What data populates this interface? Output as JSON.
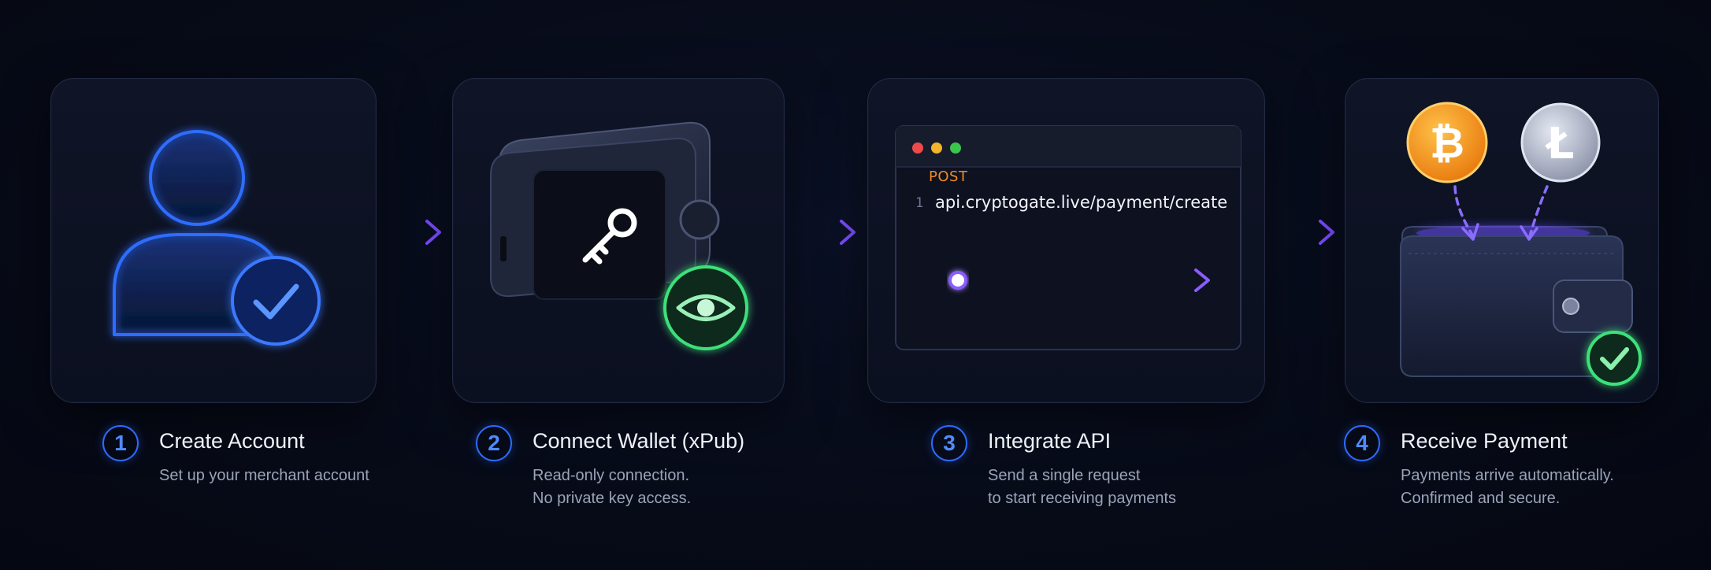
{
  "steps": [
    {
      "number": "1",
      "title": "Create Account",
      "desc": [
        "Set up your merchant account"
      ]
    },
    {
      "number": "2",
      "title": "Connect Wallet (xPub)",
      "desc": [
        "Read-only connection.",
        "No private key access."
      ]
    },
    {
      "number": "3",
      "title": "Integrate API",
      "desc": [
        "Send a single request",
        "to start receiving payments"
      ]
    },
    {
      "number": "4",
      "title": "Receive Payment",
      "desc": [
        "Payments arrive automatically.",
        "Confirmed and secure."
      ]
    }
  ],
  "api_window": {
    "method": "POST",
    "line_number": "1",
    "endpoint": "api.cryptogate.live/payment/create"
  },
  "icons": {
    "step1": "user-check-icon",
    "step2": "hardware-wallet-key-icon",
    "step2_badge": "eye-icon",
    "step4_coins": [
      "bitcoin-icon",
      "litecoin-icon"
    ],
    "step4_badge": "check-icon"
  },
  "colors": {
    "background": "#070b18",
    "accent_blue": "#2d6bff",
    "arrow_purple": "#6a4bff",
    "success_green": "#3ee07a",
    "method_orange": "#f08a24",
    "bitcoin_orange": "#f7931a",
    "litecoin_gray": "#a9b0c4"
  }
}
